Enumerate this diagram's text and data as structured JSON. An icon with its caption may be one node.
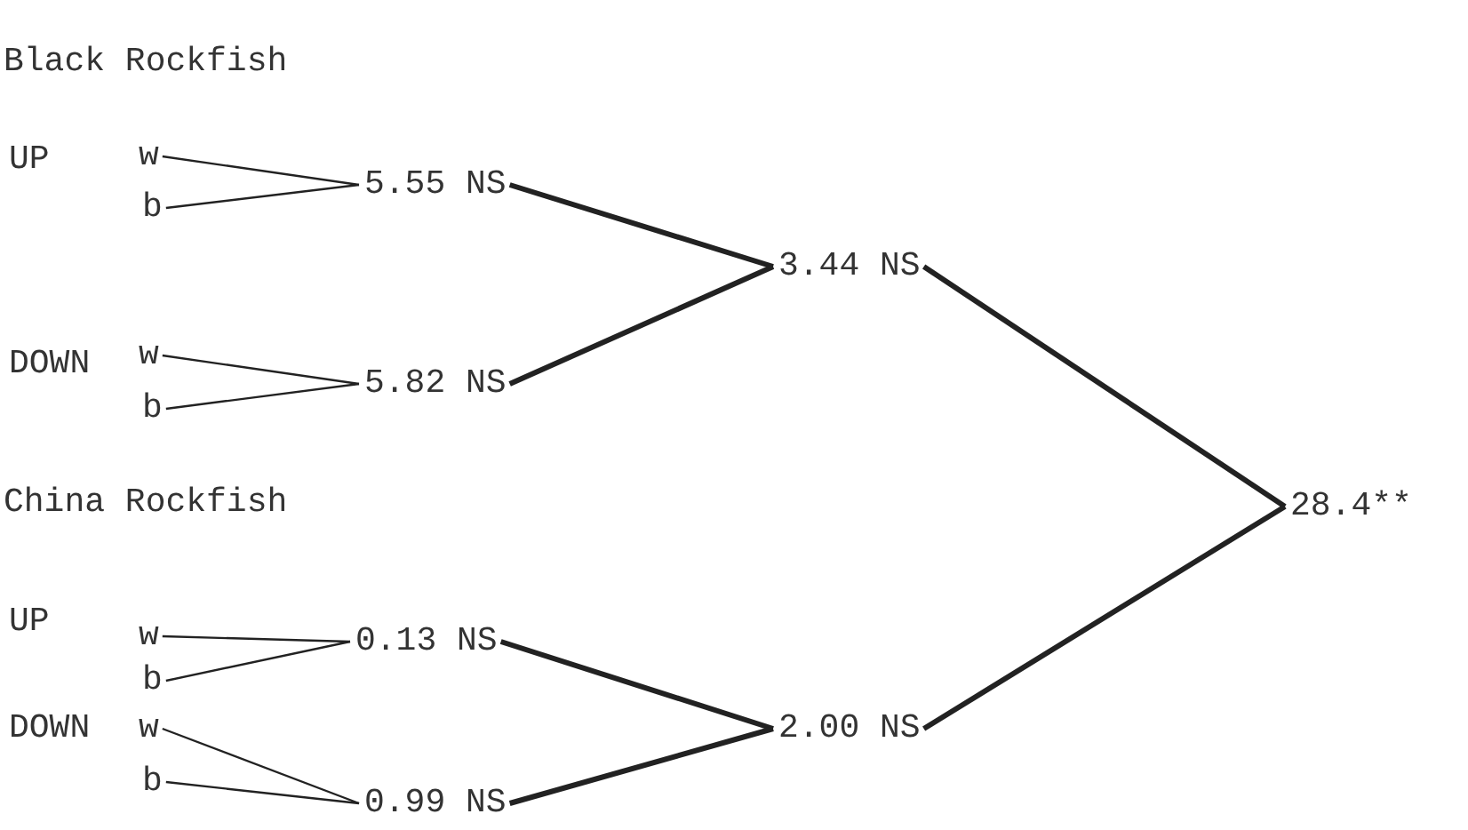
{
  "diagram": {
    "nodes": [
      {
        "text": [
          "w"
        ]
      },
      {
        "text": [
          "b"
        ]
      },
      {
        "text": [
          "5.55 NS"
        ]
      },
      {
        "text": [
          "w"
        ]
      },
      {
        "text": [
          "b"
        ]
      },
      {
        "text": [
          "5.82 NS"
        ]
      },
      {
        "text": [
          "3.44 NS"
        ]
      },
      {
        "text": [
          "w"
        ]
      },
      {
        "text": [
          "b"
        ]
      },
      {
        "text": [
          "0.13 NS"
        ]
      },
      {
        "text": [
          "w"
        ]
      },
      {
        "text": [
          "b"
        ]
      },
      {
        "text": [
          "0.99 NS"
        ]
      },
      {
        "text": [
          "2.00 NS"
        ]
      },
      {
        "text": [
          "28.4**"
        ]
      }
    ],
    "edges": [
      {
        "from": 0,
        "to": 2,
        "arrow": "none"
      },
      {
        "from": 1,
        "to": 2,
        "arrow": "none"
      },
      {
        "from": 3,
        "to": 5,
        "arrow": "none"
      },
      {
        "from": 4,
        "to": 5,
        "arrow": "none"
      },
      {
        "from": 2,
        "to": 6,
        "arrow": "none",
        "style": "thick"
      },
      {
        "from": 5,
        "to": 6,
        "arrow": "none",
        "style": "thick"
      },
      {
        "from": 7,
        "to": 9,
        "arrow": "none"
      },
      {
        "from": 8,
        "to": 9,
        "arrow": "none"
      },
      {
        "from": 10,
        "to": 12,
        "arrow": "none"
      },
      {
        "from": 11,
        "to": 12,
        "arrow": "none"
      },
      {
        "from": 9,
        "to": 13,
        "arrow": "none",
        "style": "thick"
      },
      {
        "from": 12,
        "to": 13,
        "arrow": "none",
        "style": "thick"
      },
      {
        "from": 6,
        "to": 14,
        "arrow": "none",
        "style": "thick"
      },
      {
        "from": 13,
        "to": 14,
        "arrow": "none",
        "style": "thick"
      }
    ],
    "labels": [
      "Black Rockfish",
      "UP",
      "DOWN",
      "China Rockfish",
      "UP",
      "DOWN"
    ]
  }
}
